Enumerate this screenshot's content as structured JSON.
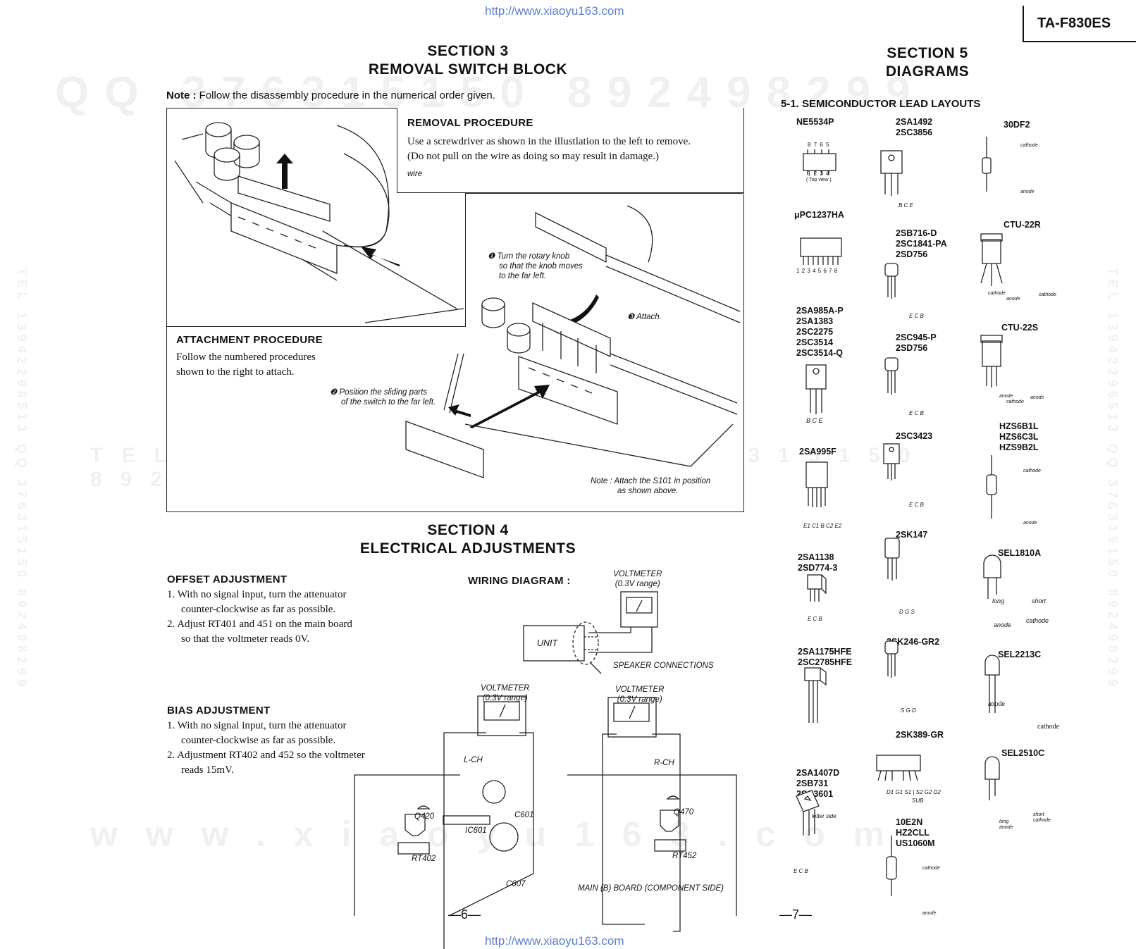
{
  "header": {
    "url_top": "http://www.xiaoyu163.com",
    "url_bottom": "http://www.xiaoyu163.com",
    "model": "TA-F830ES"
  },
  "watermarks": {
    "qq": "QQ 376315150   892498299",
    "tel": "TEL 13942296513   QQ 376315150   892498299",
    "www": "www.xiaoyu163.com",
    "side": "TEL 13942296513  QQ 376315150  892498299"
  },
  "section3": {
    "number": "SECTION 3",
    "title": "REMOVAL SWITCH BLOCK",
    "note_label": "Note :",
    "note_text": "Follow the disassembly procedure in the numerical order given.",
    "removal_title": "REMOVAL PROCEDURE",
    "removal_text_1": "Use a screwdriver as shown in the illustlation to the left to remove.",
    "removal_text_2": "(Do not pull on the wire as doing so may result in damage.)",
    "wire_label": "wire",
    "attach_title": "ATTACHMENT PROCEDURE",
    "attach_text_1": "Follow the numbered procedures",
    "attach_text_2": "shown to the right to attach.",
    "step1_1": "Turn the rotary knob",
    "step1_2": "so that the knob moves",
    "step1_3": "to the far left.",
    "step2_1": "Position the sliding parts",
    "step2_2": "of the switch to the far left.",
    "step3": "Attach.",
    "fig_note_1": "Note : Attach the S101 in position",
    "fig_note_2": "as shown above."
  },
  "section4": {
    "number": "SECTION 4",
    "title": "ELECTRICAL ADJUSTMENTS",
    "offset_title": "OFFSET ADJUSTMENT",
    "offset_steps": [
      {
        "n": "1.",
        "l1": "With no signal input, turn the attenuator",
        "l2": "counter-clockwise as far as possible."
      },
      {
        "n": "2.",
        "l1": "Adjust RT401 and 451 on the main board",
        "l2": "so that the voltmeter reads 0V."
      }
    ],
    "bias_title": "BIAS ADJUSTMENT",
    "bias_steps": [
      {
        "n": "1.",
        "l1": "With no signal input, turn the attenuator",
        "l2": "counter-clockwise as far as possible."
      },
      {
        "n": "2.",
        "l1": "Adjustment RT402 and 452 so the voltmeter",
        "l2": "reads 15mV."
      }
    ],
    "wiring_title": "WIRING DIAGRAM :",
    "voltmeter": "VOLTMETER",
    "range": "(0.3V range)",
    "unit": "UNIT",
    "speaker": "SPEAKER CONNECTIONS",
    "lch": "L-CH",
    "rch": "R-CH",
    "q420": "Q420",
    "q470": "Q470",
    "c601": "C601",
    "c607": "C607",
    "ic601": "IC601",
    "rt402": "RT402",
    "rt452": "RT452",
    "board": "MAIN (B) BOARD (COMPONENT SIDE)"
  },
  "section5": {
    "number": "SECTION 5",
    "title": "DIAGRAMS",
    "sub": "5-1.  SEMICONDUCTOR LEAD LAYOUTS",
    "ne5534p": "NE5534P",
    "top_view": "( Top view )",
    "upc1237ha": "μPC1237HA",
    "a985": [
      "2SA985A-P",
      "2SA1383",
      "2SC2275",
      "2SC3514",
      "2SC3514-Q"
    ],
    "a995f": "2SA995F",
    "a1138": [
      "2SA1138",
      "2SD774-3"
    ],
    "a1175": [
      "2SA1175HFE",
      "2SC2785HFE"
    ],
    "a1407": [
      "2SA1407D",
      "2SB731",
      "2SC3601"
    ],
    "letter_side": "letter side",
    "a1492": [
      "2SA1492",
      "2SC3856"
    ],
    "b716": [
      "2SB716-D",
      "2SC1841-PA",
      "2SD756"
    ],
    "c945": [
      "2SC945-P",
      "2SD756"
    ],
    "c3423": "2SC3423",
    "k147": "2SK147",
    "k246": "2SK246-GR2",
    "k389": "2SK389-GR",
    "k389_pins": "D1 G1 S1 | S2 G2 D2",
    "sub_pin": "SUB",
    "e10": [
      "10E2N",
      "HZ2CLL",
      "US1060M"
    ],
    "df30": "30DF2",
    "ctu22r": "CTU-22R",
    "ctu22s": "CTU-22S",
    "hzs": [
      "HZS6B1L",
      "HZS6C3L",
      "HZS9B2L"
    ],
    "sel1810": "SEL1810A",
    "sel2213": "SEL2213C",
    "sel2510": "SEL2510C",
    "cathode": "cathode",
    "anode": "anode",
    "long": "long",
    "short": "short",
    "pins_bce": "B C E",
    "pins_ecb": "E C B",
    "pins_dgs": "D G S",
    "pins_sgd": "S G D",
    "pins_e1c1bc2e2": "E1 C1 B C2 E2",
    "pin_nums_top": "8 7 6 5",
    "pin_nums_bot": "1 2 3 4",
    "pin_nums_upc": "1 2 3 4 5 6 7 8"
  },
  "pages": {
    "left": "—6—",
    "right": "—7—"
  }
}
